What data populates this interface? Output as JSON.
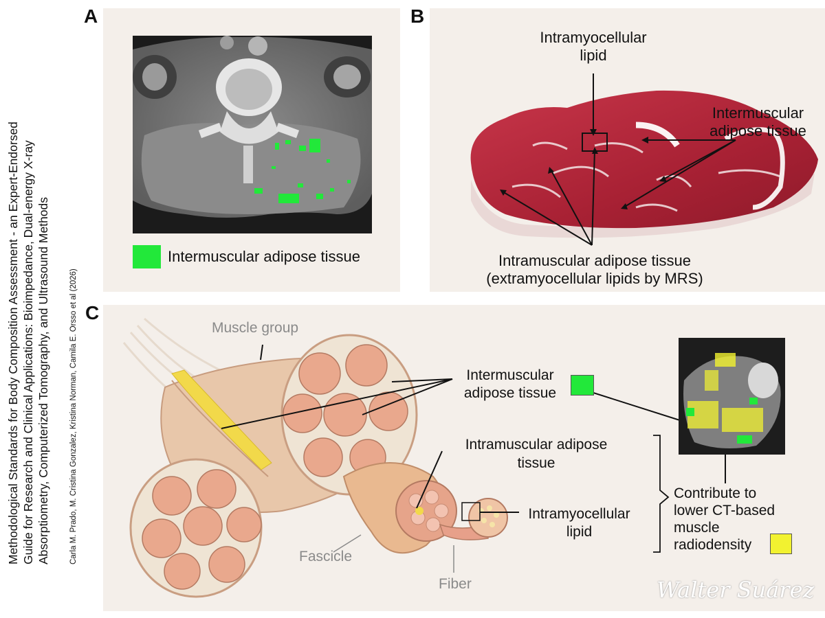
{
  "sidebar": {
    "title_lines": [
      "Methodological  Standards for Body Composition Assessment - an Expert-Endorsed",
      "Guide for Research and Clinical Applications: Bioimpedance, Dual-energy X-ray",
      "Absorptiometry, Computerized Tomography, and Ultrasound Methods"
    ],
    "authors": "Carla M. Prado, M. Cristina Gonzalez, Kristina Norman, Camila E. Orsso et al (2026)"
  },
  "panel_a": {
    "letter": "A",
    "legend_label": "Intermuscular adipose tissue"
  },
  "panel_b": {
    "letter": "B",
    "label_imcl_1": "Intramyocellular",
    "label_imcl_2": "lipid",
    "label_intermus_1": "Intermuscular",
    "label_intermus_2": "adipose tissue",
    "label_intramus_1": "Intramuscular adipose tissue",
    "label_intramus_2": "(extramyocellular lipids by MRS)"
  },
  "panel_c": {
    "letter": "C",
    "muscle_group": "Muscle group",
    "intermus_1": "Intermuscular",
    "intermus_2": "adipose tissue",
    "intramus_1": "Intramuscular adipose",
    "intramus_2": "tissue",
    "imcl_1": "Intramyocellular",
    "imcl_2": "lipid",
    "fascicle": "Fascicle",
    "fiber": "Fiber",
    "contribute_1": "Contribute to",
    "contribute_2": "lower CT-based",
    "contribute_3": "muscle",
    "contribute_4": "radiodensity"
  },
  "signature": "Walter Suárez",
  "colors": {
    "green": "#22e83a",
    "yellow": "#f2f230",
    "panel_bg": "#f4efea",
    "meat": "#b5283a"
  }
}
